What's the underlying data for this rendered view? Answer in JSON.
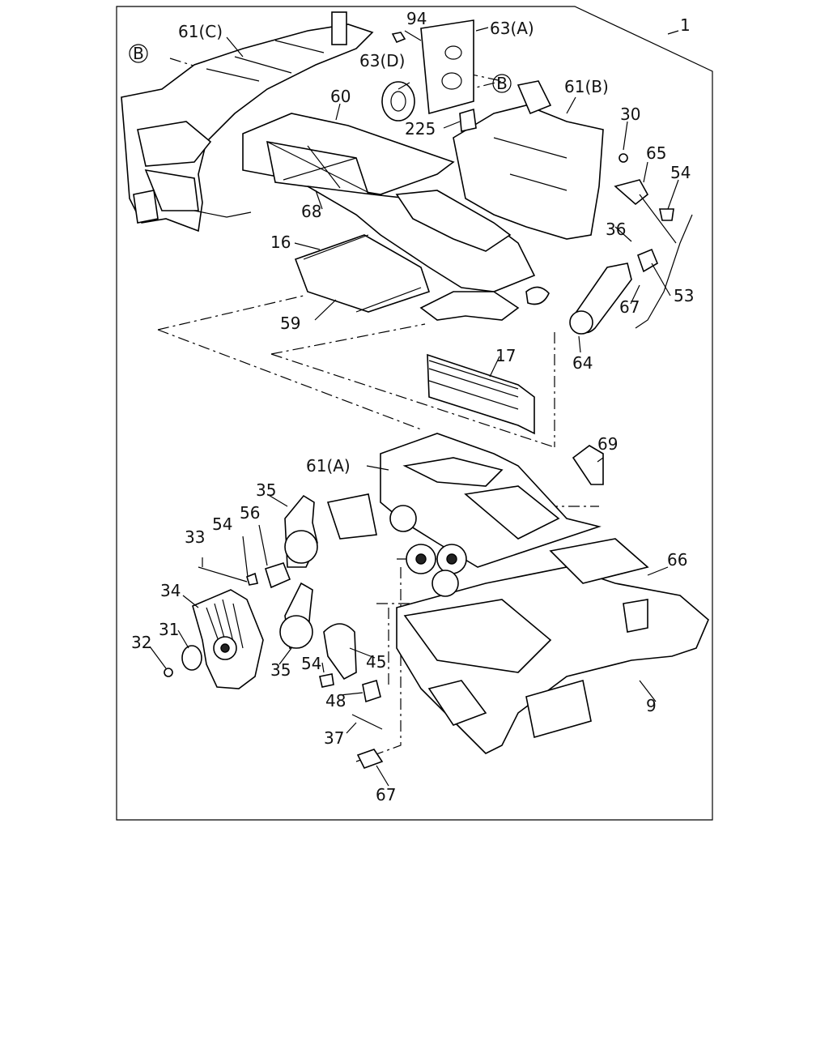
{
  "diagram": {
    "labels": {
      "l1": "1",
      "l94": "94",
      "l63a": "63(A)",
      "l61c": "61(C)",
      "lb1": "B",
      "l63d": "63(D)",
      "lb2": "B",
      "l61b": "61(B)",
      "l60": "60",
      "l30": "30",
      "l225": "225",
      "l65": "65",
      "l54a": "54",
      "l36": "36",
      "l68": "68",
      "l16": "16",
      "l53": "53",
      "l67a": "67",
      "l59": "59",
      "l64": "64",
      "l17": "17",
      "l69": "69",
      "l61a": "61(A)",
      "l35a": "35",
      "l56": "56",
      "l54b": "54",
      "l33": "33",
      "l66": "66",
      "l34": "34",
      "l31": "31",
      "l32": "32",
      "l35b": "35",
      "l54c": "54",
      "l45": "45",
      "l48": "48",
      "l9": "9",
      "l37": "37",
      "l67b": "67"
    }
  }
}
